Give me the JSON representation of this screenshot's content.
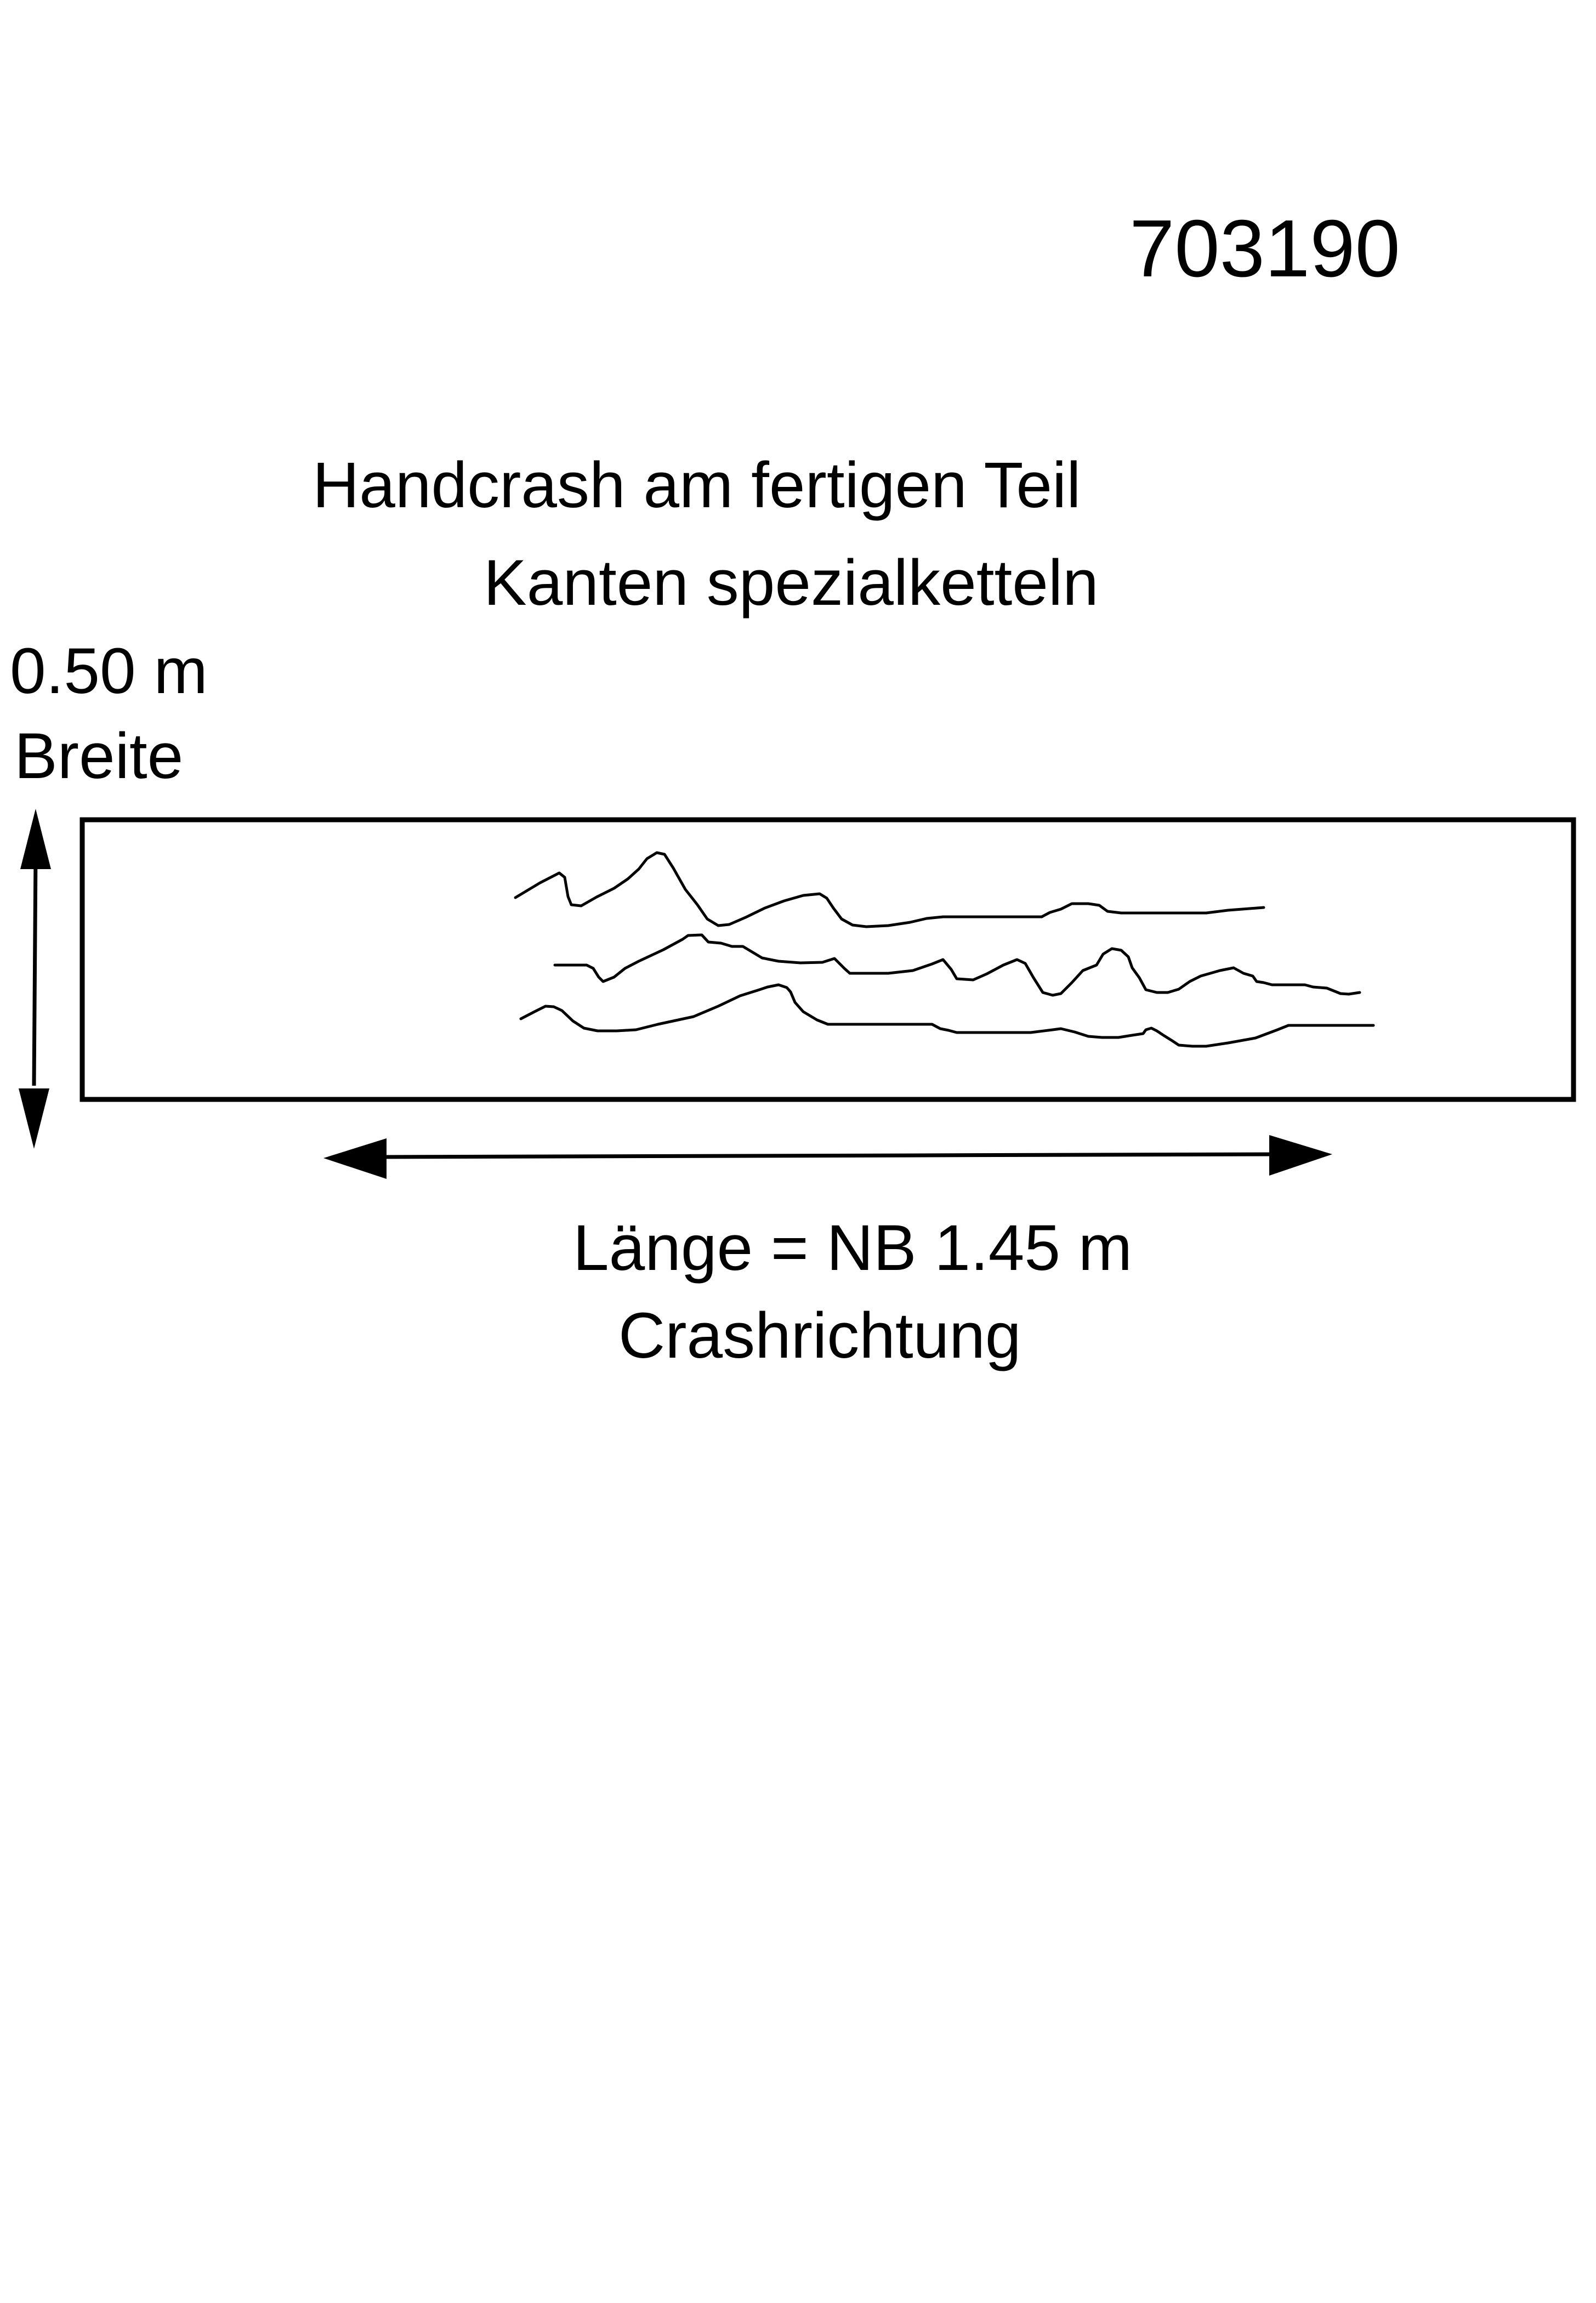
{
  "article_number": "703190",
  "title": {
    "line1": "Handcrash am fertigen Teil",
    "line2": "Kanten spezialketteln"
  },
  "width": {
    "value": "0.50 m",
    "label": "Breite"
  },
  "length": {
    "value": "Länge =  NB 1.45 m",
    "label": "Crashrichtung"
  },
  "colors": {
    "ink": "#000000",
    "background": "#ffffff"
  }
}
